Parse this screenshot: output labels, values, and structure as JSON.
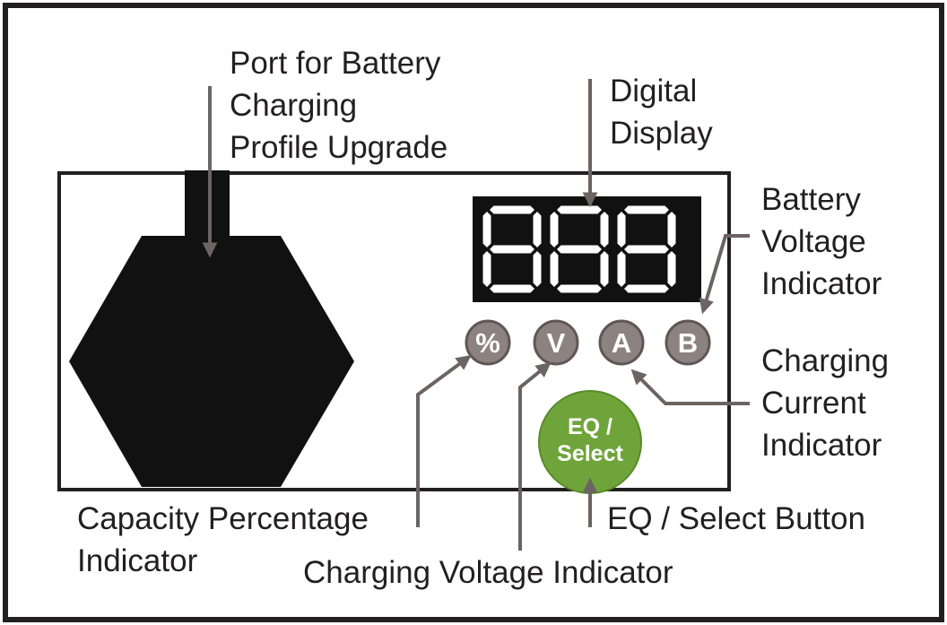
{
  "display": {
    "digits": "888"
  },
  "indicators": {
    "percent": "%",
    "volts": "V",
    "amps": "A",
    "battery": "B"
  },
  "button": {
    "line1": "EQ /",
    "line2": "Select"
  },
  "labels": {
    "port": [
      "Port for Battery",
      "Charging",
      "Profile Upgrade"
    ],
    "digital_display": [
      "Digital",
      "Display"
    ],
    "battery_voltage": [
      "Battery",
      "Voltage",
      "Indicator"
    ],
    "charging_current": [
      "Charging",
      "Current",
      "Indicator"
    ],
    "eq_select": "EQ / Select Button",
    "capacity": [
      "Capacity Percentage",
      "Indicator"
    ],
    "charging_voltage": "Charging Voltage Indicator"
  },
  "colors": {
    "frame": "#231f20",
    "panel": "#111111",
    "indicator": "#8c8280",
    "indicator_ring": "#5f5756",
    "button": "#6fa43a",
    "arrow": "#6b6462",
    "segment": "#ffffff"
  }
}
